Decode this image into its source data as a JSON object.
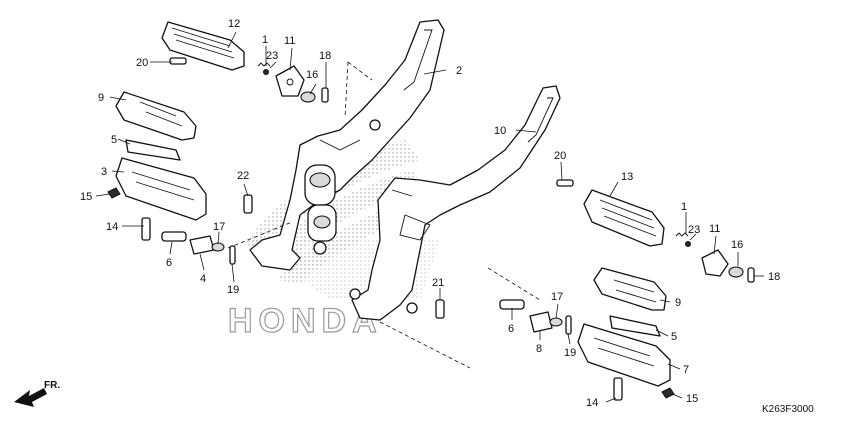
{
  "diagram": {
    "code": "K263F3000",
    "watermark": "HONDA",
    "front_marker": "FR.",
    "callouts": {
      "c1a": "1",
      "c2": "2",
      "c3": "3",
      "c4": "4",
      "c5a": "5",
      "c6a": "6",
      "c9a": "9",
      "c10": "10",
      "c11a": "11",
      "c12": "12",
      "c13": "13",
      "c14a": "14",
      "c15a": "15",
      "c16a": "16",
      "c17a": "17",
      "c18a": "18",
      "c19a": "19",
      "c20a": "20",
      "c21": "21",
      "c22": "22",
      "c23a": "23",
      "c1b": "1",
      "c5b": "5",
      "c6b": "6",
      "c7": "7",
      "c8": "8",
      "c9b": "9",
      "c11b": "11",
      "c14b": "14",
      "c15b": "15",
      "c16b": "16",
      "c17b": "17",
      "c18b": "18",
      "c19b": "19",
      "c20b": "20",
      "c23b": "23"
    }
  }
}
